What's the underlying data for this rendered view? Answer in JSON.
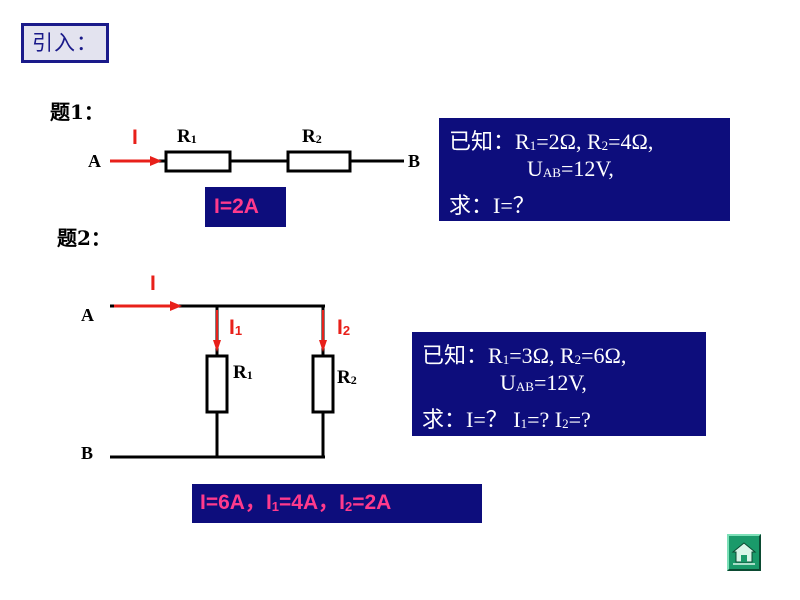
{
  "intro": {
    "label": "引入："
  },
  "problem1": {
    "title": "题1：",
    "terminal_a": "A",
    "terminal_b": "B",
    "current": "I",
    "r1": {
      "base": "R",
      "sub": "1"
    },
    "r2": {
      "base": "R",
      "sub": "2"
    },
    "given": {
      "line1_prefix": "已知：R",
      "line1_sub1": "1",
      "line1_mid": "=2Ω,  R",
      "line1_sub2": "2",
      "line1_end": "=4Ω,",
      "line2_base": "U",
      "line2_sub": "AB",
      "line2_end": "=12V,",
      "line3": "求：I=？"
    },
    "answer": "I=2A"
  },
  "problem2": {
    "title": "题2：",
    "terminal_a": "A",
    "terminal_b": "B",
    "current": "I",
    "i1": {
      "base": "I",
      "sub": "1"
    },
    "i2": {
      "base": "I",
      "sub": "2"
    },
    "r1": {
      "base": "R",
      "sub": "1"
    },
    "r2": {
      "base": "R",
      "sub": "2"
    },
    "given": {
      "line1_prefix": "已知：R",
      "line1_sub1": "1",
      "line1_mid": "=3Ω,  R",
      "line1_sub2": "2",
      "line1_end": "=6Ω,",
      "line2_base": "U",
      "line2_sub": "AB",
      "line2_end": "=12V,",
      "line3_a": "求：I=？   I",
      "line3_sub1": "1",
      "line3_b": "=?    I",
      "line3_sub2": "2",
      "line3_c": "=?"
    },
    "answer": {
      "part1": "I=6A，I",
      "sub1": "1",
      "part2": "=4A，I",
      "sub2": "2",
      "part3": "=2A"
    }
  },
  "colors": {
    "navy_box": "#0d0d7c",
    "current_red": "#e8201a",
    "answer_pink": "#ff3a8c",
    "home_green": "#1a9a6a"
  },
  "icons": {
    "home": "home-icon"
  }
}
